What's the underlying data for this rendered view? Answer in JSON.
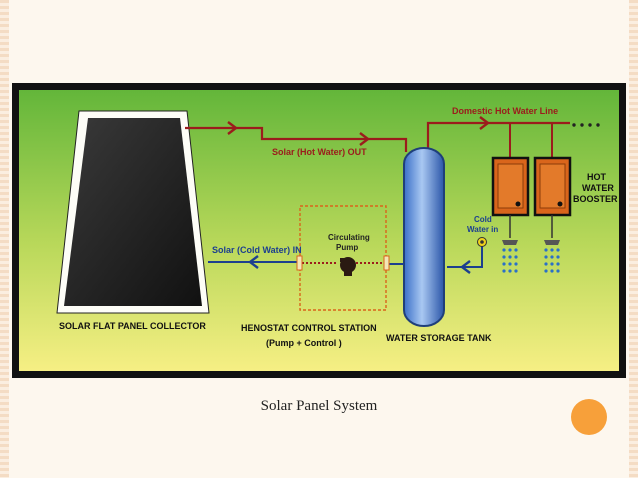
{
  "diagram": {
    "labels": {
      "collector": "SOLAR FLAT PANEL COLLECTOR",
      "hot_out": "Solar (Hot Water) OUT",
      "cold_in": "Solar (Cold Water) IN",
      "domestic_line": "Domestic Hot Water Line",
      "pump_line1": "Circulating",
      "pump_line2": "Pump",
      "control_line1": "HENOSTAT CONTROL STATION",
      "control_line2": "(Pump + Control )",
      "tank": "WATER STORAGE TANK",
      "cold_water_line1": "Cold",
      "cold_water_line2": "Water in",
      "booster_line1": "HOT",
      "booster_line2": "WATER",
      "booster_line3": "BOOSTER"
    }
  },
  "caption": "Solar Panel System",
  "colors": {
    "pipe_hot": "#9b1c1c",
    "pipe_cold": "#1c3f8f",
    "background_top": "#63b63a",
    "background_bottom": "#f6ef84",
    "booster": "#d9651b",
    "accent_circle": "#f7a03a"
  }
}
